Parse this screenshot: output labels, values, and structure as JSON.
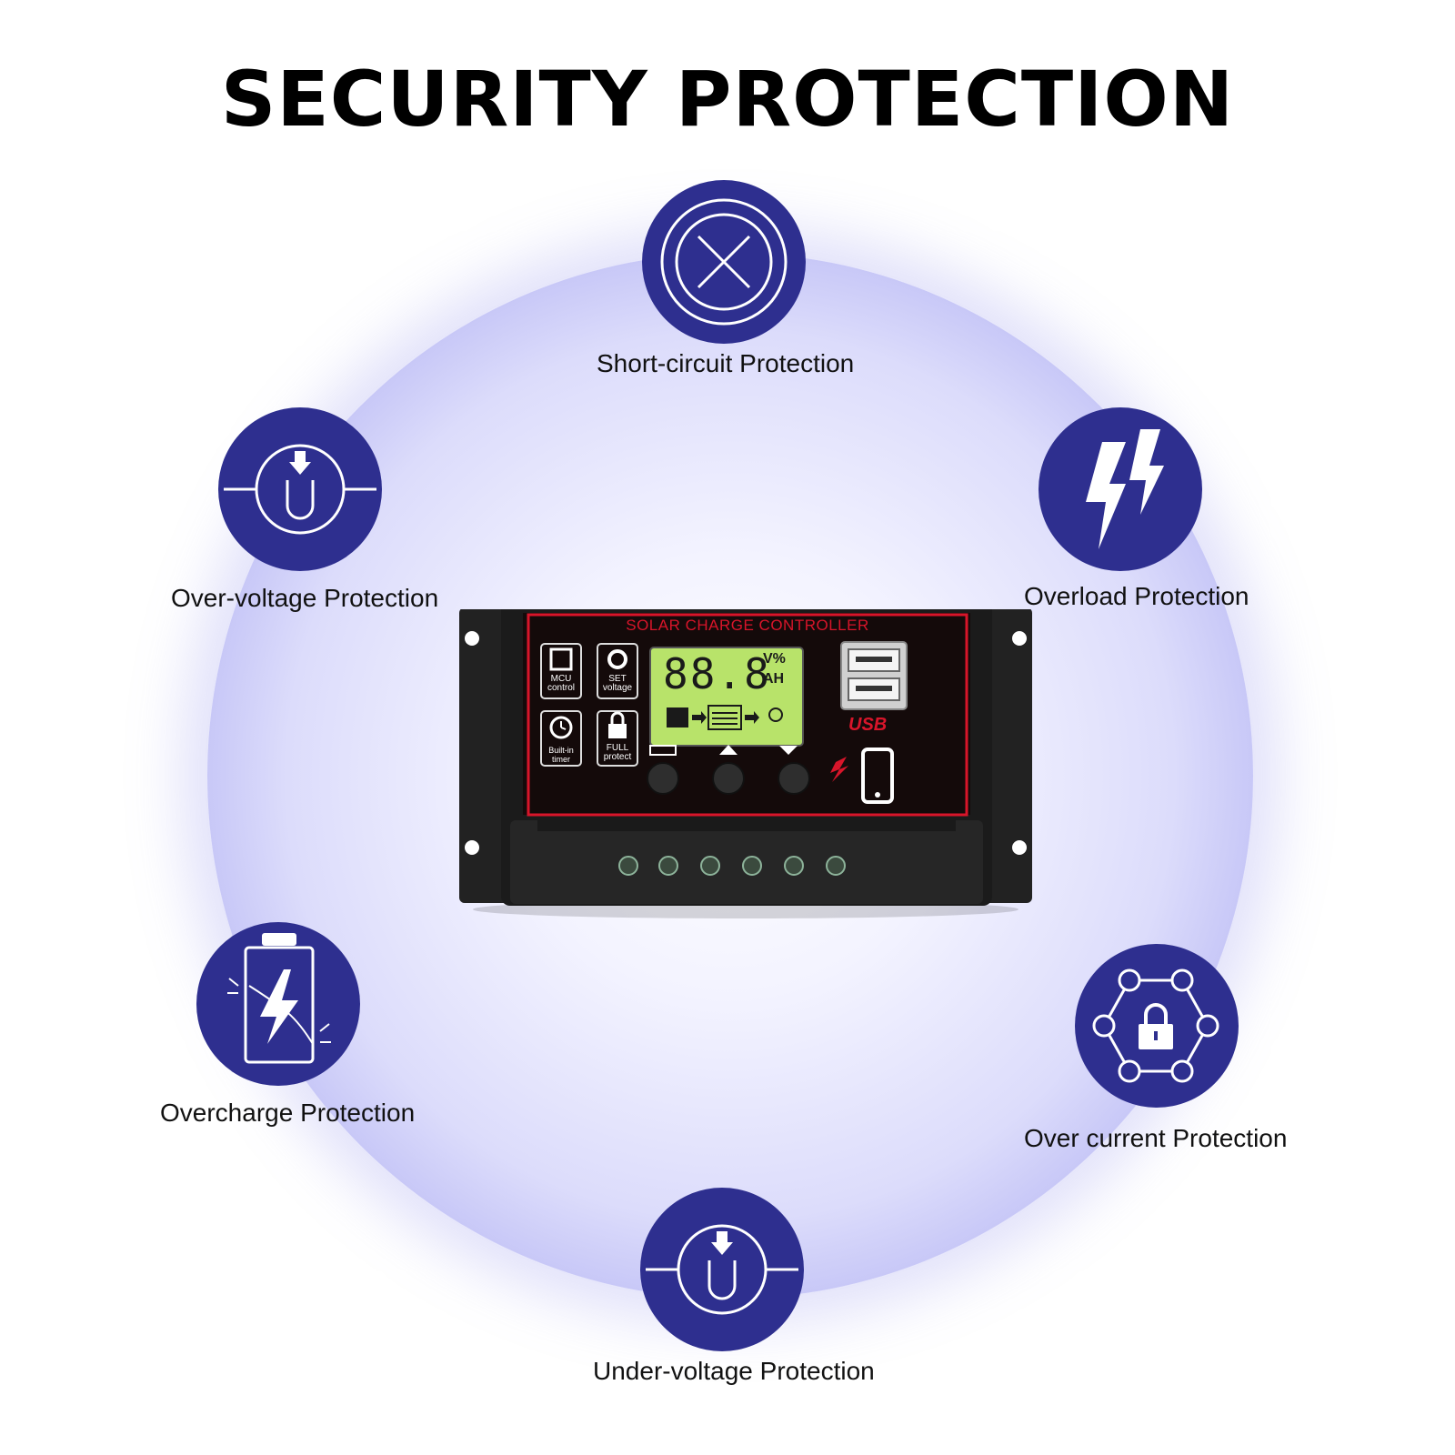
{
  "title": "SECURITY PROTECTION",
  "colors": {
    "badge": "#2e2f8f",
    "glow": "#9d9def",
    "panel_red": "#d8152a",
    "lcd": "#b8e36a"
  },
  "features": [
    {
      "id": "short-circuit",
      "label": "Short-circuit Protection",
      "icon": "circle-x-icon"
    },
    {
      "id": "over-voltage",
      "label": "Over-voltage Protection",
      "icon": "magnet-arrow-icon"
    },
    {
      "id": "overload",
      "label": "Overload Protection",
      "icon": "lightning-bolt-icon"
    },
    {
      "id": "overcharge",
      "label": "Overcharge Protection",
      "icon": "battery-bolt-icon"
    },
    {
      "id": "over-current",
      "label": "Over current Protection",
      "icon": "hexagon-lock-icon"
    },
    {
      "id": "under-voltage",
      "label": "Under-voltage Protection",
      "icon": "magnet-arrow-icon"
    }
  ],
  "controller": {
    "heading": "SOLAR CHARGE CONTROLLER",
    "display_value": "88.8",
    "unit_top": "V%",
    "unit_bottom": "AH",
    "usb_label": "USB",
    "mcu_label_1": "MCU",
    "mcu_label_2": "control",
    "set_label_1": "SET",
    "set_label_2": "voltage",
    "timer_label_1": "Built-in",
    "timer_label_2": "timer",
    "full_label_1": "FULL",
    "full_label_2": "protect"
  }
}
